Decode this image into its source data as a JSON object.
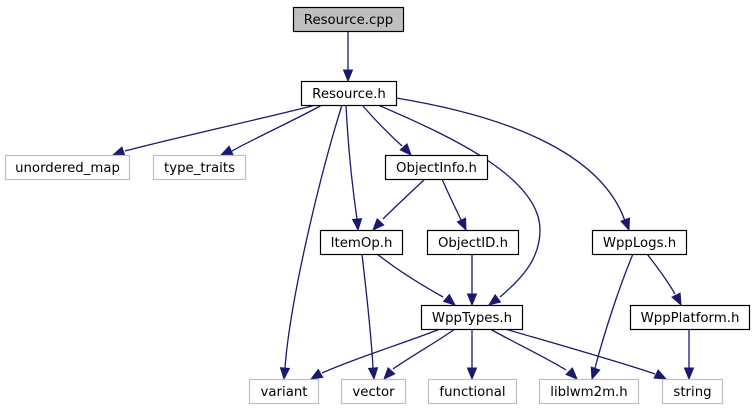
{
  "diagram": {
    "type": "include-dependency-graph",
    "colors": {
      "edge": "#191970",
      "root_fill": "#bfbfbf",
      "root_border": "#000000",
      "project_fill": "#ffffff",
      "project_border": "#000000",
      "external_fill": "#ffffff",
      "external_border": "#bfbfbf"
    },
    "nodes": [
      {
        "id": "resource_cpp",
        "label": "Resource.cpp",
        "kind": "root"
      },
      {
        "id": "resource_h",
        "label": "Resource.h",
        "kind": "project"
      },
      {
        "id": "unordered_map",
        "label": "unordered_map",
        "kind": "external"
      },
      {
        "id": "type_traits",
        "label": "type_traits",
        "kind": "external"
      },
      {
        "id": "objectinfo_h",
        "label": "ObjectInfo.h",
        "kind": "project"
      },
      {
        "id": "itemop_h",
        "label": "ItemOp.h",
        "kind": "project"
      },
      {
        "id": "objectid_h",
        "label": "ObjectID.h",
        "kind": "project"
      },
      {
        "id": "wpplogs_h",
        "label": "WppLogs.h",
        "kind": "project"
      },
      {
        "id": "wpptypes_h",
        "label": "WppTypes.h",
        "kind": "project"
      },
      {
        "id": "wppplatform_h",
        "label": "WppPlatform.h",
        "kind": "project"
      },
      {
        "id": "variant",
        "label": "variant",
        "kind": "external"
      },
      {
        "id": "vector",
        "label": "vector",
        "kind": "external"
      },
      {
        "id": "functional",
        "label": "functional",
        "kind": "external"
      },
      {
        "id": "liblwm2m_h",
        "label": "liblwm2m.h",
        "kind": "external"
      },
      {
        "id": "string",
        "label": "string",
        "kind": "external"
      }
    ],
    "edges": [
      {
        "from": "resource_cpp",
        "to": "resource_h"
      },
      {
        "from": "resource_h",
        "to": "unordered_map"
      },
      {
        "from": "resource_h",
        "to": "type_traits"
      },
      {
        "from": "resource_h",
        "to": "variant"
      },
      {
        "from": "resource_h",
        "to": "itemop_h"
      },
      {
        "from": "resource_h",
        "to": "objectinfo_h"
      },
      {
        "from": "resource_h",
        "to": "wpptypes_h"
      },
      {
        "from": "resource_h",
        "to": "wpplogs_h"
      },
      {
        "from": "objectinfo_h",
        "to": "itemop_h"
      },
      {
        "from": "objectinfo_h",
        "to": "objectid_h"
      },
      {
        "from": "itemop_h",
        "to": "vector"
      },
      {
        "from": "itemop_h",
        "to": "wpptypes_h"
      },
      {
        "from": "objectid_h",
        "to": "wpptypes_h"
      },
      {
        "from": "wpplogs_h",
        "to": "liblwm2m_h"
      },
      {
        "from": "wpplogs_h",
        "to": "wppplatform_h"
      },
      {
        "from": "wpptypes_h",
        "to": "variant"
      },
      {
        "from": "wpptypes_h",
        "to": "vector"
      },
      {
        "from": "wpptypes_h",
        "to": "functional"
      },
      {
        "from": "wpptypes_h",
        "to": "liblwm2m_h"
      },
      {
        "from": "wpptypes_h",
        "to": "string"
      },
      {
        "from": "wppplatform_h",
        "to": "string"
      }
    ]
  }
}
